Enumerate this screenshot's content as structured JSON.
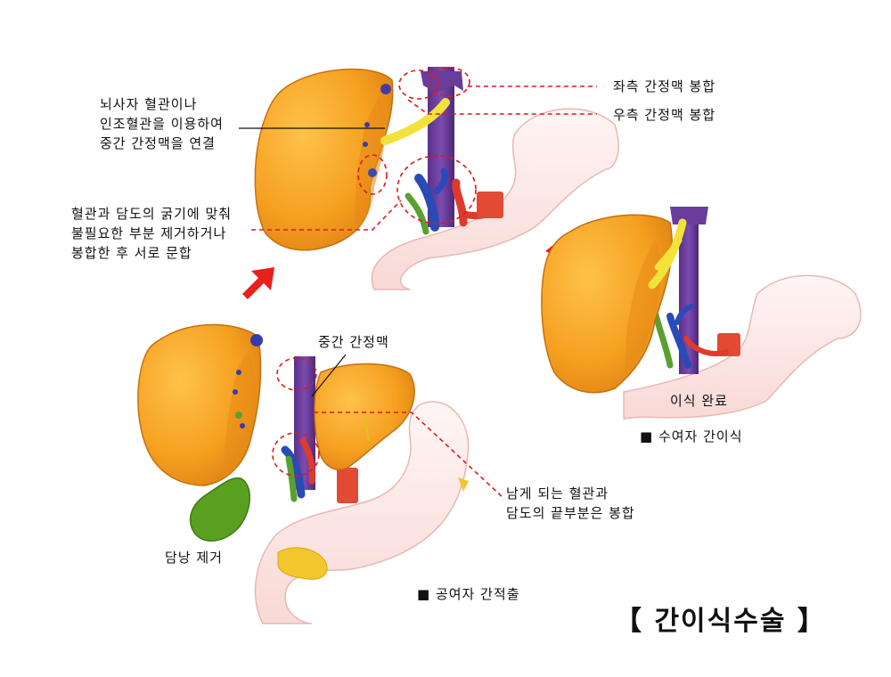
{
  "labels": {
    "left_hv_anastomosis": "좌측 간정맥  봉합",
    "right_hv_anastomosis": "우측 간정맥  봉합",
    "graft_vessel_lines": [
      "뇌사자 혈관이나",
      "인조혈관을 이용하여",
      "중간 간정맥을 연결"
    ],
    "trim_lines": [
      "혈관과 담도의 굵기에 맞춰",
      "불필요한 부분 제거하거나",
      "봉합한 후 서로 문합"
    ],
    "middle_hepatic_vein": "중간 간정맥",
    "remaining_lines": [
      "남게 되는 혈관과",
      "담도의 끝부분은 봉합"
    ],
    "gallbladder_removed": "담낭 제거",
    "donor_hepatectomy": "■ 공여자 간적출",
    "transplant_complete": "이식 완료",
    "recipient_transplant": "■ 수여자 간이식",
    "title": "【 간이식수술 】"
  },
  "colors": {
    "liver": "#f5a020",
    "vein": "#6a3c9c",
    "artery": "#e03a2c",
    "portal_vein": "#2a4ab8",
    "bile_duct": "#5aa030",
    "graft": "#f2e23a",
    "stomach": "#fbe3e1",
    "gallbladder": "#5aa020",
    "pancreas": "#f2c62c",
    "callout": "#e01818"
  }
}
